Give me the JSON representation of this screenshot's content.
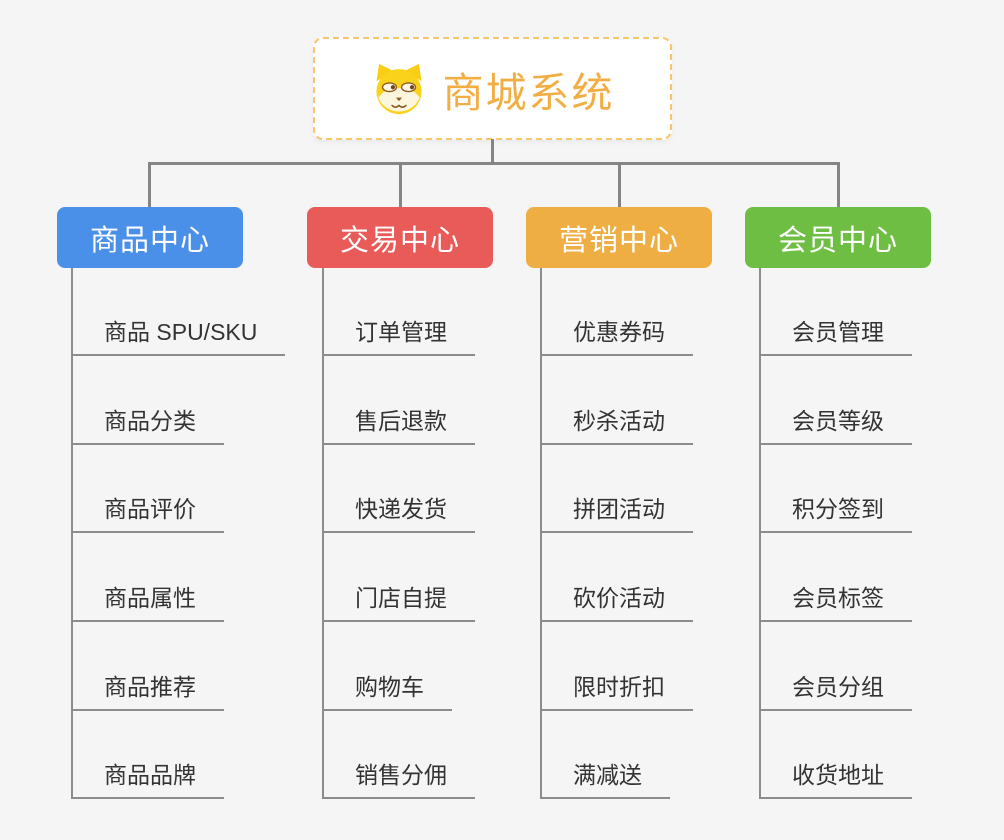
{
  "root": {
    "title": "商城系统",
    "icon": "dog-icon",
    "accent_color": "#f2ae44",
    "border_color": "#f8c56d"
  },
  "connector_color": "#8c8c8c",
  "branches": [
    {
      "label": "商品中心",
      "color": "#4a8fe8",
      "children": [
        "商品 SPU/SKU",
        "商品分类",
        "商品评价",
        "商品属性",
        "商品推荐",
        "商品品牌"
      ]
    },
    {
      "label": "交易中心",
      "color": "#e85b58",
      "children": [
        "订单管理",
        "售后退款",
        "快递发货",
        "门店自提",
        "购物车",
        "销售分佣"
      ]
    },
    {
      "label": "营销中心",
      "color": "#efae44",
      "children": [
        "优惠券码",
        "秒杀活动",
        "拼团活动",
        "砍价活动",
        "限时折扣",
        "满减送"
      ]
    },
    {
      "label": "会员中心",
      "color": "#6fbe44",
      "children": [
        "会员管理",
        "会员等级",
        "积分签到",
        "会员标签",
        "会员分组",
        "收货地址"
      ]
    }
  ]
}
